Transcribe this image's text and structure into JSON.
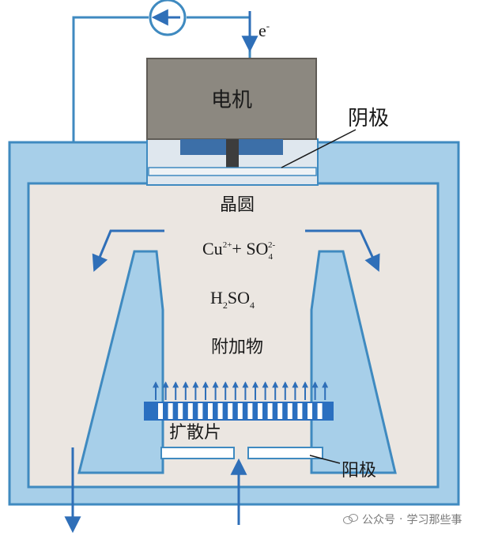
{
  "labels": {
    "electron": "e",
    "electron_sup": "-",
    "motor": "电机",
    "cathode": "阴极",
    "wafer": "晶圆",
    "ion_cu": "Cu",
    "ion_cu_sup": "2+",
    "ion_plus": "+ SO",
    "ion_so4_sub": "4",
    "ion_so4_sup": "2-",
    "acid_h": "H",
    "acid_sub": "2",
    "acid_so": "SO",
    "acid_sub2": "4",
    "additive": "附加物",
    "diffuser": "扩散片",
    "anode": "阳极"
  },
  "watermark": {
    "icon": "wechat-icon",
    "text_a": "公众号",
    "sep": "·",
    "text_b": "学习那些事"
  },
  "colors": {
    "tank_fill": "#a7cfe9",
    "tank_stroke": "#3f8ac0",
    "inner_fill": "#ebe6e1",
    "motor": "#8c8880",
    "holder": "#dfe7ee",
    "diffuser_dark": "#2a6fc0",
    "arrow": "#2f6fb8",
    "text": "#1a1a1a"
  }
}
